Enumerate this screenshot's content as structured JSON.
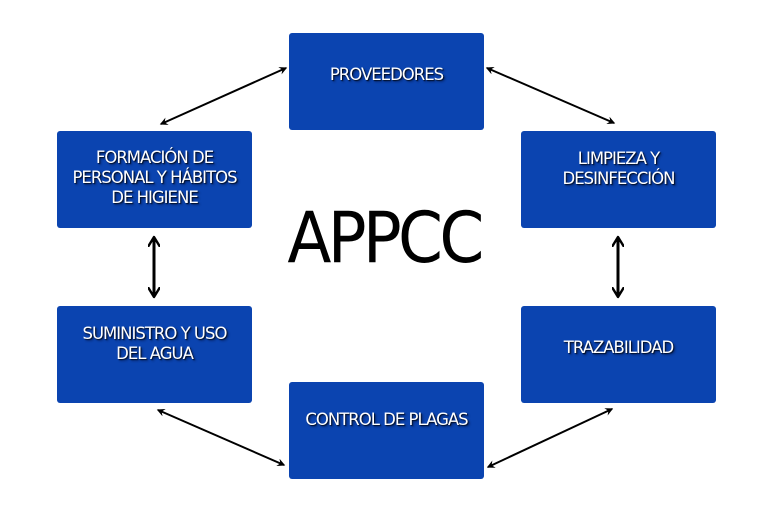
{
  "title": "APPCC",
  "colors": {
    "node_fill": "#0b44b0",
    "node_text": "#ffffff",
    "arrow": "#000000",
    "title": "#000000"
  },
  "nodes": [
    {
      "id": "proveedores",
      "label": "PROVEEDORES"
    },
    {
      "id": "limpieza",
      "label": "LIMPIEZA Y\nDESINFECCIÓN"
    },
    {
      "id": "trazabilidad",
      "label": "TRAZABILIDAD"
    },
    {
      "id": "control",
      "label": "CONTROL DE PLAGAS"
    },
    {
      "id": "suministro",
      "label": "SUMINISTRO Y USO\nDEL AGUA"
    },
    {
      "id": "formacion",
      "label": "FORMACIÓN DE\nPERSONAL Y HÁBITOS\nDE HIGIENE"
    }
  ],
  "edges": [
    {
      "from": "proveedores",
      "to": "limpieza",
      "direction": "bidirectional"
    },
    {
      "from": "limpieza",
      "to": "trazabilidad",
      "direction": "bidirectional"
    },
    {
      "from": "trazabilidad",
      "to": "control",
      "direction": "bidirectional"
    },
    {
      "from": "control",
      "to": "suministro",
      "direction": "bidirectional"
    },
    {
      "from": "suministro",
      "to": "formacion",
      "direction": "bidirectional"
    },
    {
      "from": "formacion",
      "to": "proveedores",
      "direction": "bidirectional"
    }
  ]
}
